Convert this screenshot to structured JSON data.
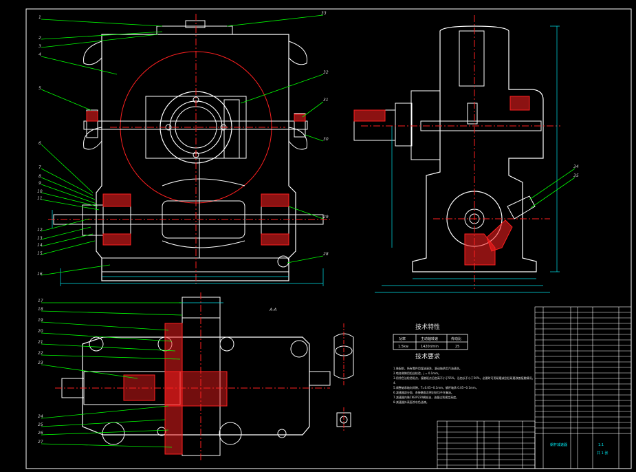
{
  "drawing": {
    "colors": {
      "background": "#000000",
      "outline": "#ffffff",
      "centerline": "#ff2020",
      "leader": "#00ff00",
      "dimension": "#00e5ee",
      "hatch": "#ff2020",
      "frame": "#ffffff"
    },
    "front_view_labels": [
      "1",
      "2",
      "3",
      "4",
      "5",
      "6",
      "7",
      "8",
      "9",
      "10",
      "11",
      "12",
      "13",
      "14",
      "15",
      "16"
    ],
    "front_right_labels": [
      "33",
      "32",
      "31",
      "30",
      "29",
      "28"
    ],
    "plan_view_labels": [
      "17",
      "18",
      "19",
      "20",
      "21",
      "22",
      "23",
      "24",
      "25",
      "26",
      "27"
    ],
    "side_view_labels": [
      "34",
      "35"
    ],
    "section_mark": "A-A",
    "tech_spec_title": "技术特性",
    "tech_spec_table": {
      "headers": [
        "功率",
        "主动轴转速",
        "传动比"
      ],
      "values": [
        "1.5kw",
        "1420r/min",
        "25"
      ]
    },
    "tech_req_title": "技术要求",
    "tech_req_lines": [
      "1.装配前，所有零件用煤油清洗，滚动轴承用汽油清洗。",
      "2.啮合侧隙用铅丝检验，j = 0.1mm。",
      "3.用涂色法检验斑点，接触斑点沿齿高不小于55%，沿齿长不小于50%，必要时可用研磨或刮后研磨改善接触情况。",
      "4.",
      "5.调整轴承轴向间隙，T=0.05~0.1mm，蜗杆轴承 0.05~0.1mm。",
      "6.减速器剖分面、各接触面及密封处均不许漏油。",
      "7.减速器内装CKE/P220蜗轮油，油量达到规定高度。",
      "8.减速器外表面涂灰色油漆。"
    ],
    "title_block": {
      "name": "蜗杆减速器",
      "scale": "1:1",
      "sheet": "共 1 张"
    }
  }
}
